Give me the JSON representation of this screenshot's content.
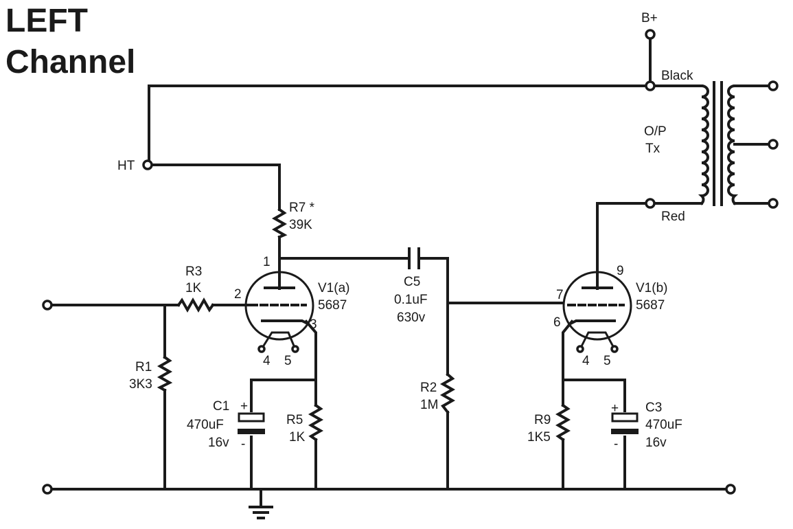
{
  "title": {
    "line1": "LEFT",
    "line2": "Channel"
  },
  "nets": {
    "b_plus": "B+",
    "ht": "HT",
    "black": "Black",
    "red": "Red"
  },
  "transformer": {
    "line1": "O/P",
    "line2": "Tx"
  },
  "resistors": {
    "r1": {
      "ref": "R1",
      "value": "3K3"
    },
    "r2": {
      "ref": "R2",
      "value": "1M"
    },
    "r3": {
      "ref": "R3",
      "value": "1K"
    },
    "r5": {
      "ref": "R5",
      "value": "1K"
    },
    "r7": {
      "ref": "R7 *",
      "value": "39K"
    },
    "r9": {
      "ref": "R9",
      "value": "1K5"
    }
  },
  "capacitors": {
    "c1": {
      "ref": "C1",
      "value": "470uF",
      "voltage": "16v",
      "plus": "+",
      "minus": "-"
    },
    "c3": {
      "ref": "C3",
      "value": "470uF",
      "voltage": "16v",
      "plus": "+",
      "minus": "-"
    },
    "c5": {
      "ref": "C5",
      "value": "0.1uF",
      "voltage": "630v"
    }
  },
  "tubes": {
    "v1a": {
      "ref": "V1(a)",
      "type": "5687",
      "pin_plate": "1",
      "pin_grid": "2",
      "pin_cathode": "3",
      "pin_h1": "4",
      "pin_h2": "5"
    },
    "v1b": {
      "ref": "V1(b)",
      "type": "5687",
      "pin_plate": "9",
      "pin_grid": "7",
      "pin_cathode": "6",
      "pin_h1": "4",
      "pin_h2": "5"
    }
  }
}
